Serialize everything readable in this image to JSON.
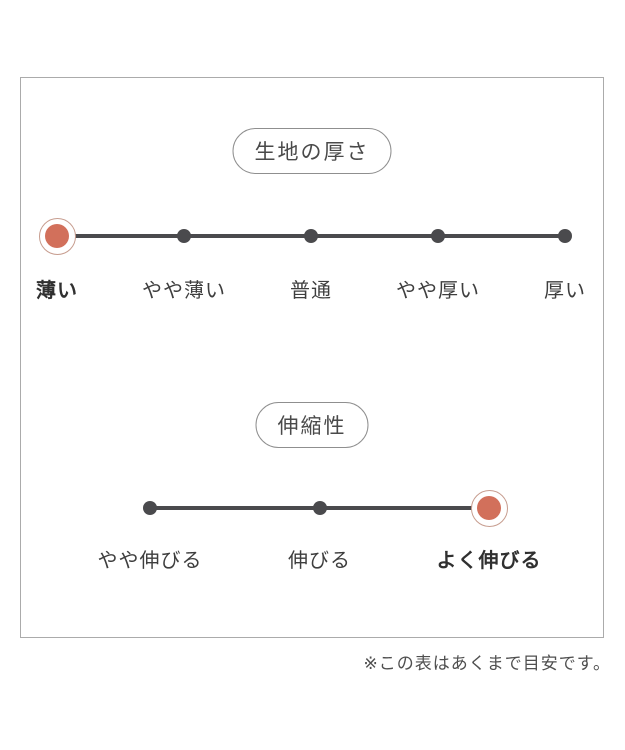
{
  "colors": {
    "accent": "#d2705b",
    "accent_ring": "#c79d8f",
    "line_and_dots": "#4a4a4d",
    "label_text": "#3e3e3e",
    "panel_border": "#ababab"
  },
  "scales": [
    {
      "title": "生地の厚さ",
      "labels": [
        "薄い",
        "やや薄い",
        "普通",
        "やや厚い",
        "厚い"
      ],
      "selected_index": 0,
      "selected_label": "薄い"
    },
    {
      "title": "伸縮性",
      "labels": [
        "やや伸びる",
        "伸びる",
        "よく伸びる"
      ],
      "selected_index": 2,
      "selected_label": "よく伸びる"
    }
  ],
  "note": "※この表はあくまで目安です。"
}
